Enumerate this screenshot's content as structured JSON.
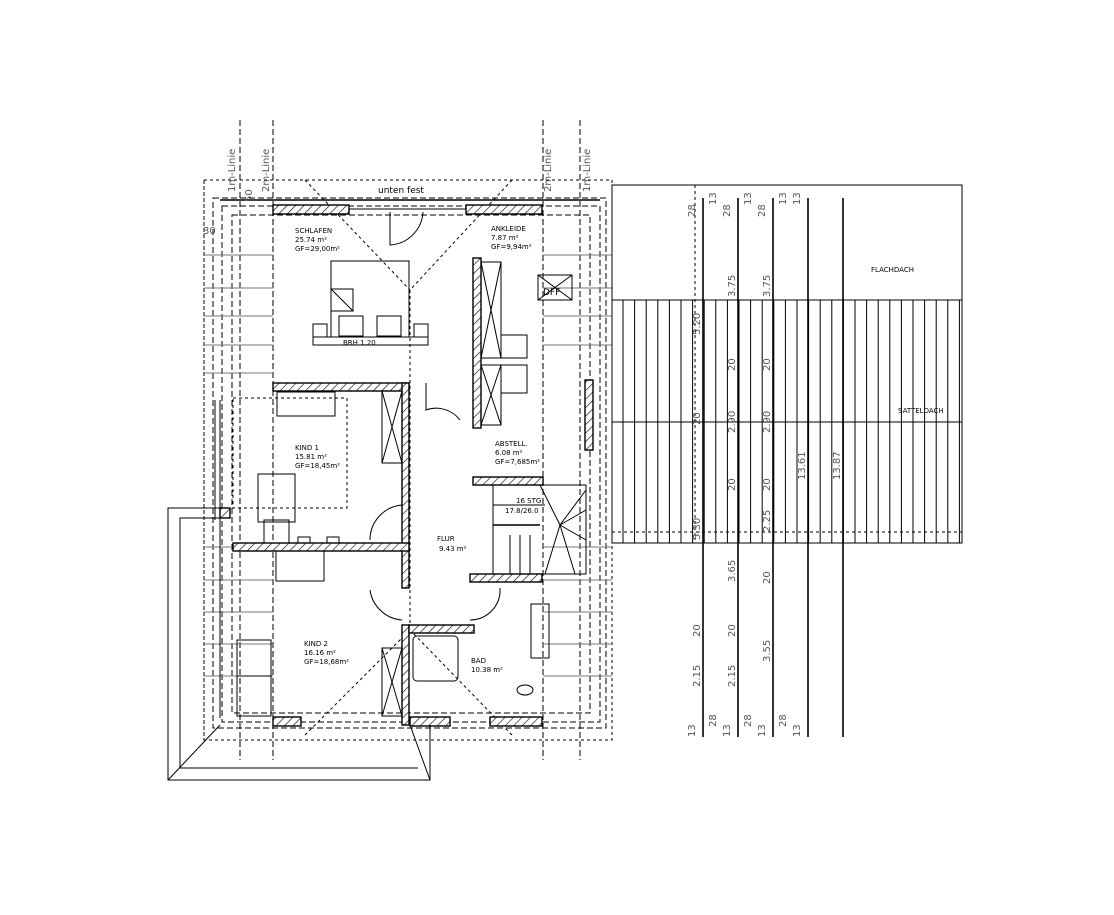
{
  "plan": {
    "top_label": "unten fest",
    "lines": {
      "one_m": "1m-Linie",
      "two_m": "2m-Linie"
    },
    "edge_dims": {
      "top_offset": "50",
      "side_offset": "30"
    },
    "rooms": {
      "schlafen": {
        "name": "SCHLAFEN",
        "area": "25.74 m²",
        "gf": "GF=29,00m²"
      },
      "ankleide": {
        "name": "ANKLEIDE",
        "area": "7.87 m²",
        "gf": "GF=9,94m²"
      },
      "kind1": {
        "name": "KIND 1",
        "area": "15.81 m²",
        "gf": "GF=18,45m²"
      },
      "abstell": {
        "name": "ABSTELL.",
        "area": "6.08 m²",
        "gf": "GF=7,685m²"
      },
      "flur": {
        "name": "FLUR",
        "area": "9.43 m²"
      },
      "kind2": {
        "name": "KIND 2",
        "area": "16.16 m²",
        "gf": "GF=18,68m²"
      },
      "bad": {
        "name": "BAD",
        "area": "10.38 m²"
      }
    },
    "brh": "BRH 1.20",
    "dff": "DFF",
    "stair": {
      "steps": "16 STG",
      "ratio": "17.8/26.0"
    }
  },
  "roof": {
    "flat": "FLACHDACH",
    "gable": "SATTELDACH"
  },
  "dimensions": {
    "chain1": {
      "top": [
        "28",
        "13"
      ],
      "mid": [
        "5.20",
        "20",
        "5.30",
        "20",
        "2.15"
      ],
      "bottom": [
        "13",
        "28"
      ]
    },
    "chain2": {
      "top": [
        "28",
        "13"
      ],
      "mid": [
        "3.75",
        "20",
        "2.90",
        "20",
        "3.65",
        "20",
        "2.15"
      ],
      "bottom": [
        "13",
        "28"
      ]
    },
    "chain3": {
      "top": [
        "28",
        "13"
      ],
      "mid": [
        "3.75",
        "20",
        "2.90",
        "20",
        "2.25",
        "20",
        "3.55"
      ],
      "bottom": [
        "13",
        "28"
      ]
    },
    "chain4": {
      "top": "13",
      "total": "13.61",
      "bottom": "13"
    },
    "chain5": {
      "total": "13.87"
    }
  }
}
